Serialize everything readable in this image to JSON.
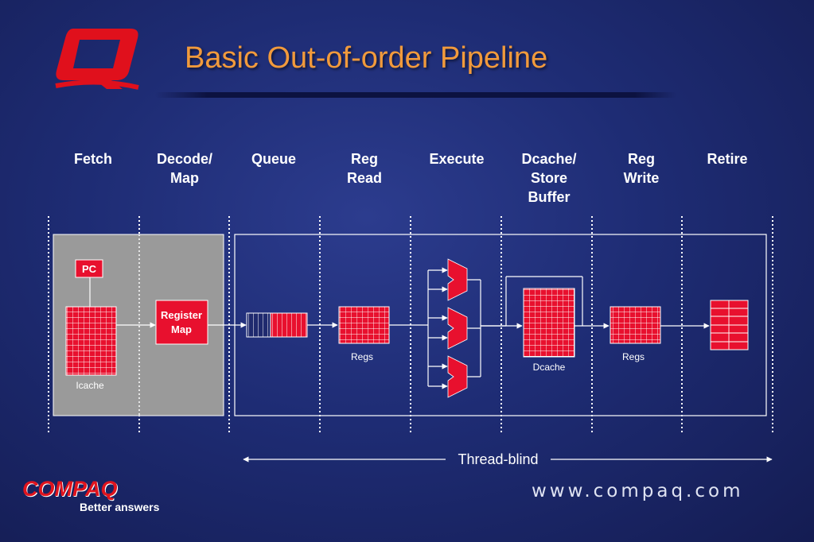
{
  "slide": {
    "title": "Basic Out-of-order Pipeline"
  },
  "stages": [
    {
      "label": "Fetch"
    },
    {
      "label": "Decode/\nMap"
    },
    {
      "label": "Queue"
    },
    {
      "label": "Reg\nRead"
    },
    {
      "label": "Execute"
    },
    {
      "label": "Dcache/\nStore\nBuffer"
    },
    {
      "label": "Reg\nWrite"
    },
    {
      "label": "Retire"
    }
  ],
  "blocks": {
    "pc": "PC",
    "icache": "Icache",
    "register_map_line1": "Register",
    "register_map_line2": "Map",
    "regs_read": "Regs",
    "dcache": "Dcache",
    "regs_write": "Regs"
  },
  "annotation": {
    "thread_blind": "Thread-blind"
  },
  "branding": {
    "wordmark": "COMPAQ",
    "tagline": "Better answers",
    "url": "www.compaq.com"
  },
  "colors": {
    "accent_red": "#e8102e",
    "title_orange": "#f19a3c",
    "panel_gray": "#9a9a9a"
  }
}
